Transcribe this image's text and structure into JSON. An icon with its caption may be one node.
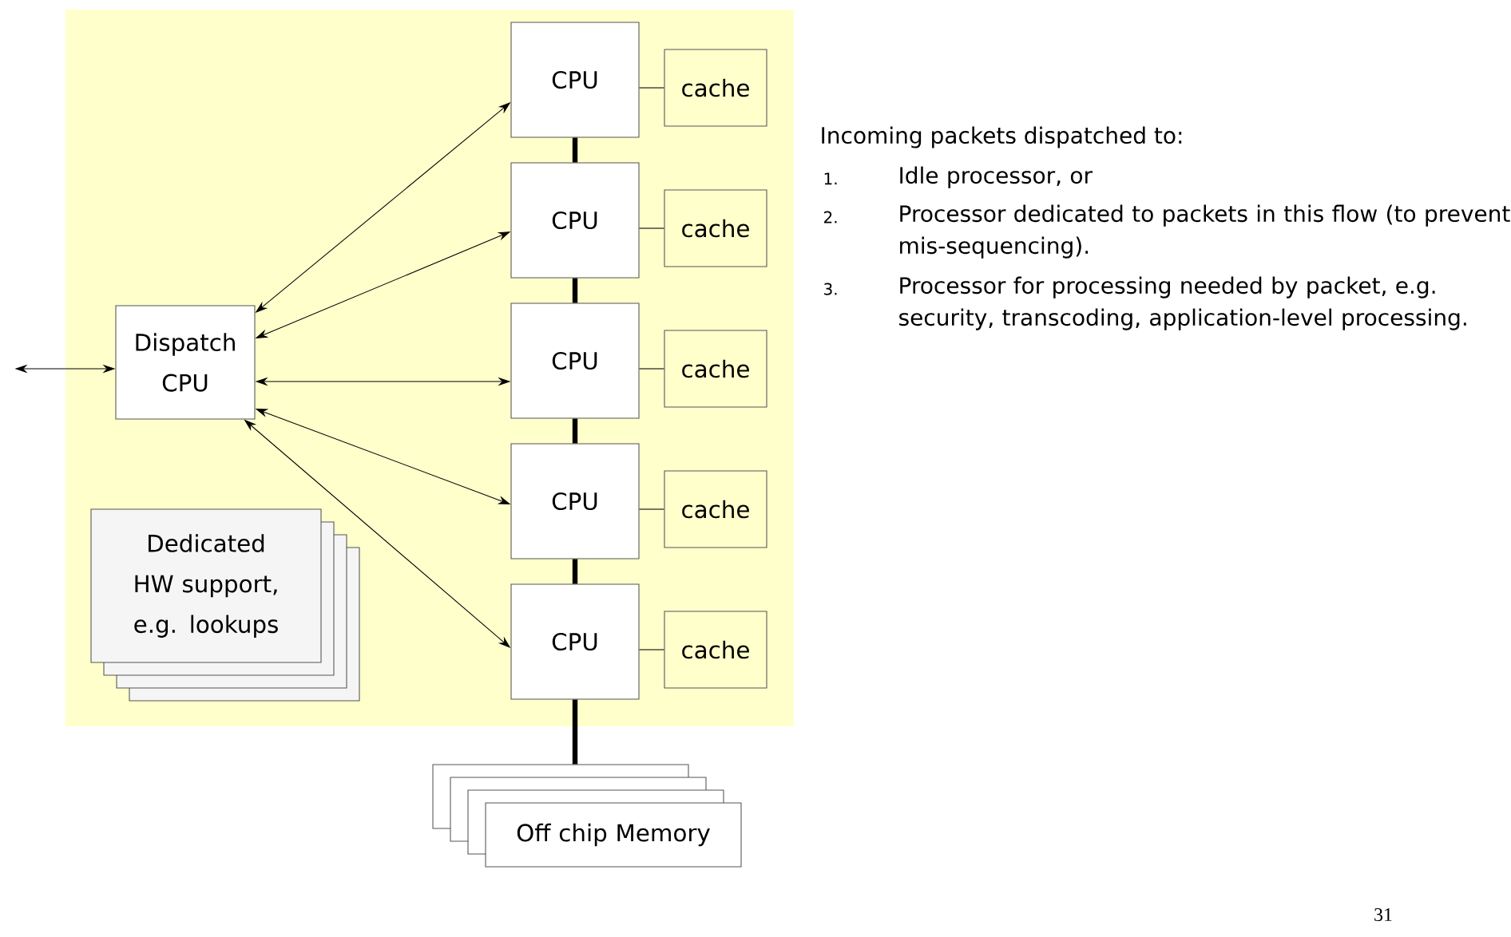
{
  "diagram": {
    "nodes": [
      {
        "text": [
          "Dispatch CPU"
        ]
      },
      {
        "text": [
          "CPU"
        ]
      },
      {
        "text": [
          "CPU"
        ]
      },
      {
        "text": [
          "CPU"
        ]
      },
      {
        "text": [
          "CPU"
        ]
      },
      {
        "text": [
          "CPU"
        ]
      },
      {
        "text": [
          "cache"
        ]
      },
      {
        "text": [
          "cache"
        ]
      },
      {
        "text": [
          "cache"
        ]
      },
      {
        "text": [
          "cache"
        ]
      },
      {
        "text": [
          "cache"
        ]
      },
      {
        "text": [
          "Dedicated HW support, e.g. lookups"
        ]
      },
      {
        "text": [
          "Off chip Memory"
        ]
      }
    ],
    "edges": [
      {
        "from": null,
        "to": 0,
        "arrow": "both"
      },
      {
        "from": 0,
        "to": 1,
        "arrow": "both"
      },
      {
        "from": 0,
        "to": 2,
        "arrow": "both"
      },
      {
        "from": 0,
        "to": 3,
        "arrow": "both"
      },
      {
        "from": 0,
        "to": 4,
        "arrow": "both"
      },
      {
        "from": 0,
        "to": 5,
        "arrow": "both"
      },
      {
        "from": 1,
        "to": 6,
        "arrow": "none"
      },
      {
        "from": 2,
        "to": 7,
        "arrow": "none"
      },
      {
        "from": 3,
        "to": 8,
        "arrow": "none"
      },
      {
        "from": 4,
        "to": 9,
        "arrow": "none"
      },
      {
        "from": 5,
        "to": 10,
        "arrow": "none"
      },
      {
        "from": 1,
        "to": 2,
        "arrow": "none",
        "style": "thick"
      },
      {
        "from": 2,
        "to": 3,
        "arrow": "none",
        "style": "thick"
      },
      {
        "from": 3,
        "to": 4,
        "arrow": "none",
        "style": "thick"
      },
      {
        "from": 4,
        "to": 5,
        "arrow": "none",
        "style": "thick"
      },
      {
        "from": 5,
        "to": 12,
        "arrow": "none",
        "style": "thick"
      }
    ],
    "labels": [
      "Incoming packets dispatched to:",
      "1.",
      "Idle processor, or",
      "2.",
      "Processor dedicated to packets in this flow (to prevent mis-sequencing).",
      "3.",
      "Processor for processing needed by packet, e.g. security, transcoding, application-level processing.",
      "31"
    ]
  }
}
